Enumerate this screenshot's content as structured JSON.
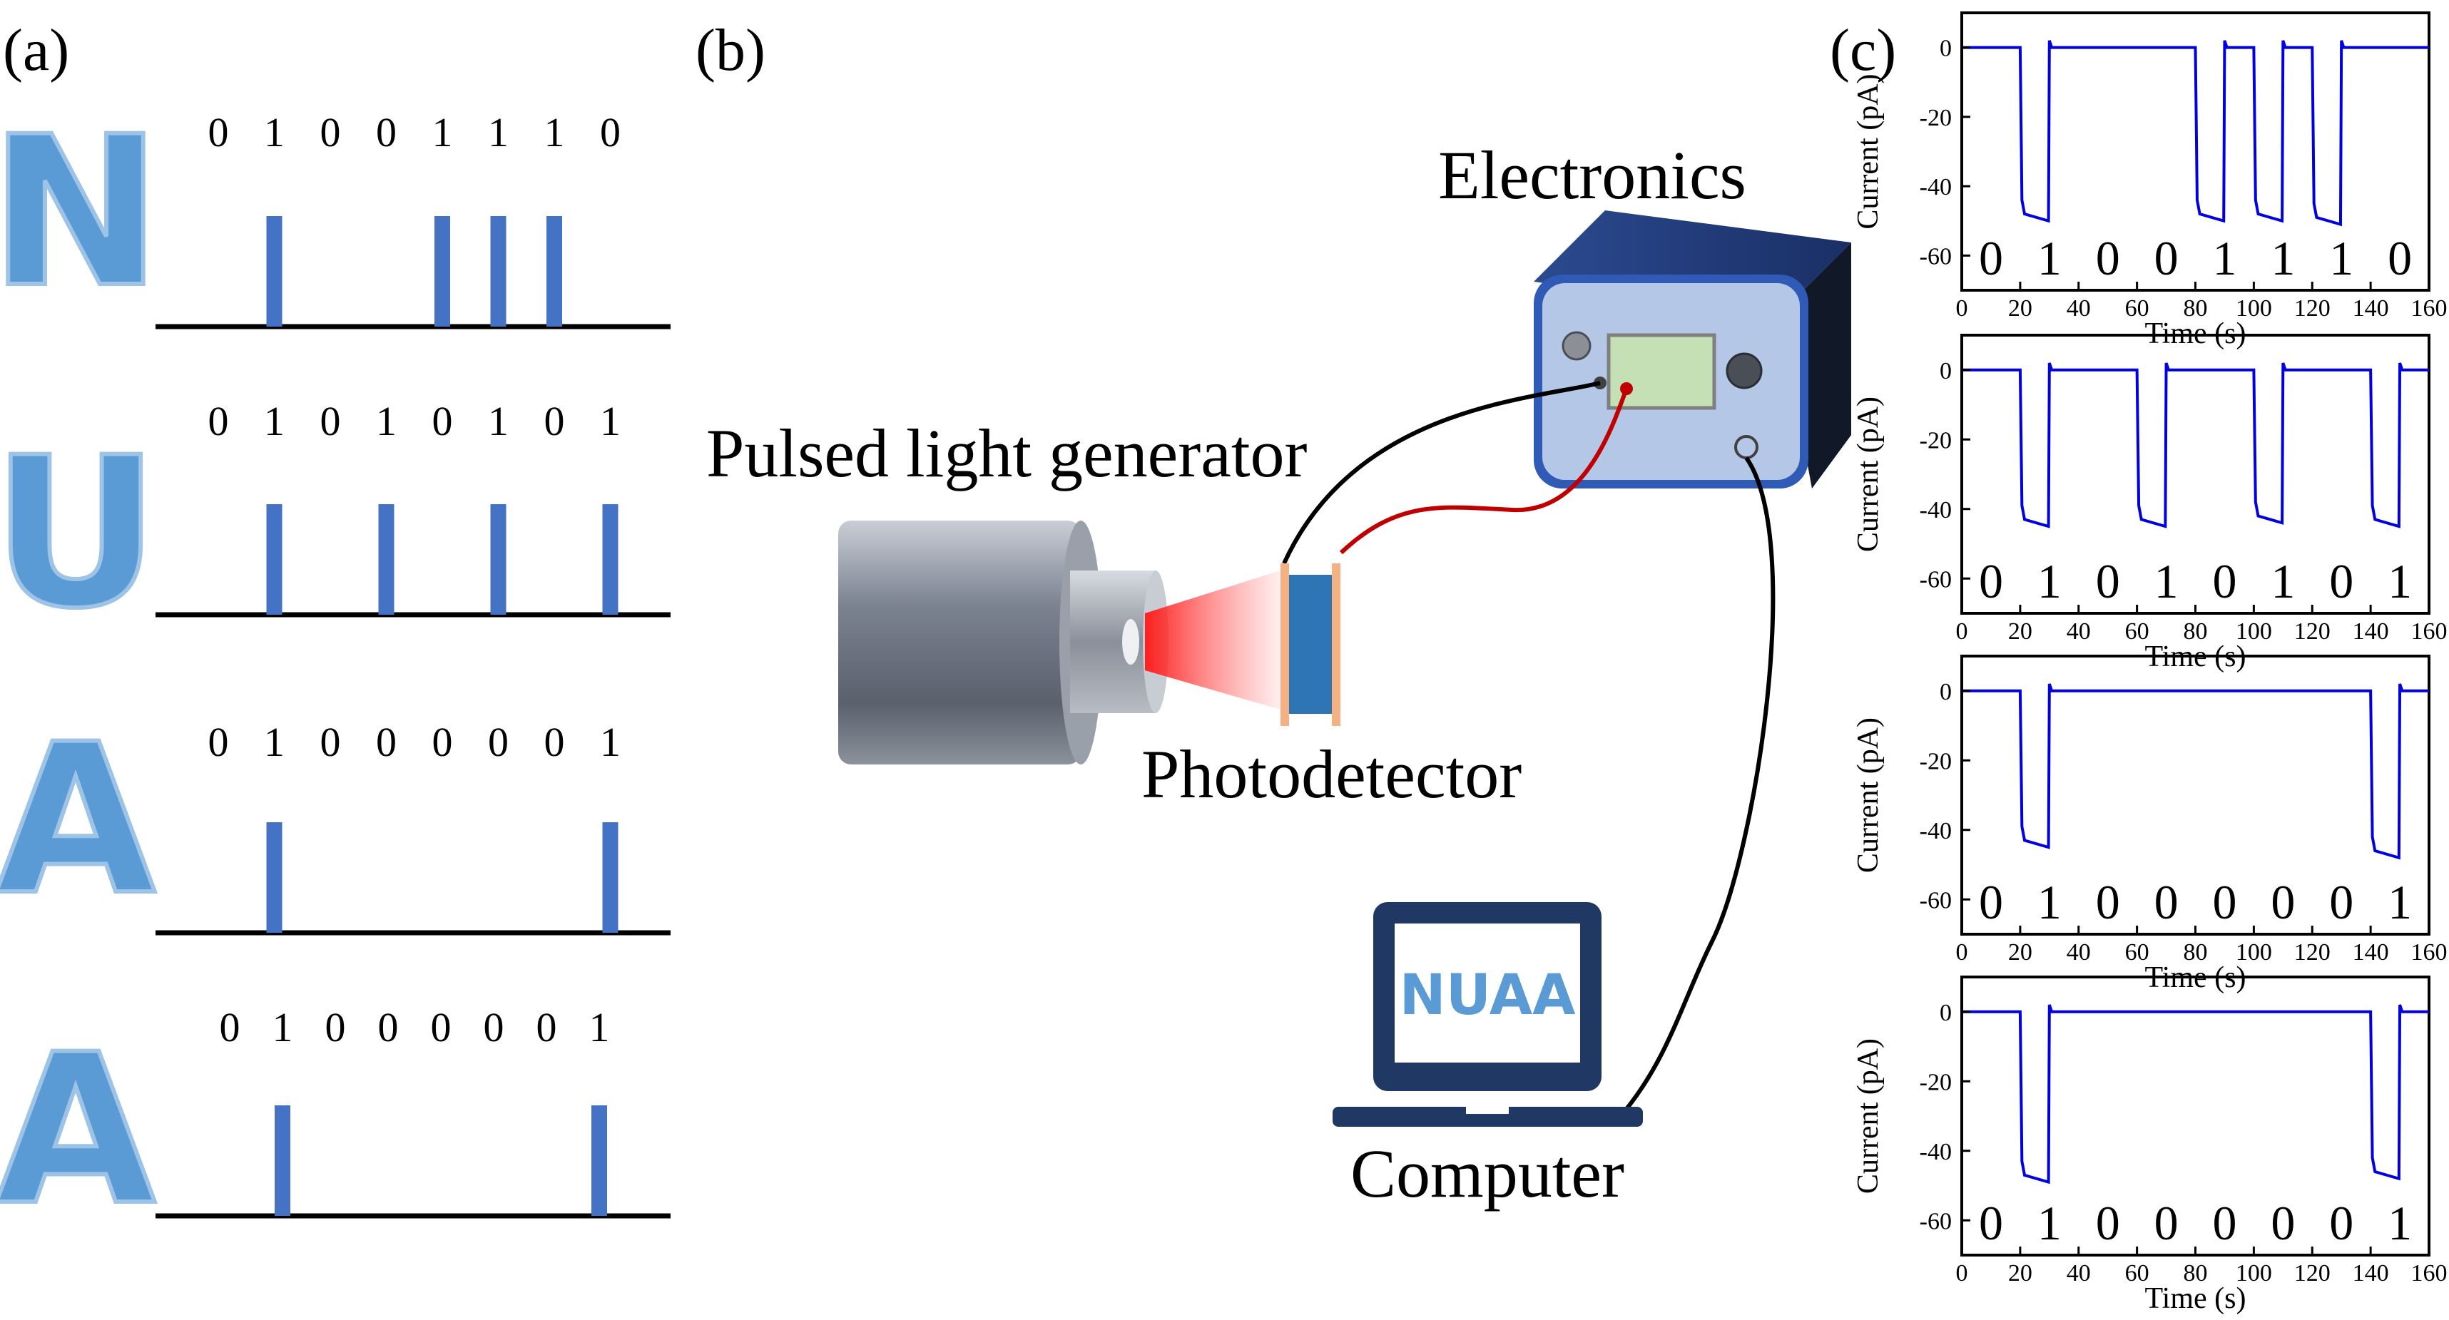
{
  "panel_a": {
    "label": "(a)",
    "rows": [
      {
        "letter": "N",
        "bits": [
          "0",
          "1",
          "0",
          "0",
          "1",
          "1",
          "1",
          "0"
        ]
      },
      {
        "letter": "U",
        "bits": [
          "0",
          "1",
          "0",
          "1",
          "0",
          "1",
          "0",
          "1"
        ]
      },
      {
        "letter": "A",
        "bits": [
          "0",
          "1",
          "0",
          "0",
          "0",
          "0",
          "0",
          "1"
        ]
      },
      {
        "letter": "A",
        "bits": [
          "0",
          "1",
          "0",
          "0",
          "0",
          "0",
          "0",
          "1"
        ]
      }
    ],
    "pulse_color": "#4472c4",
    "letter_color": "#5b9bd5"
  },
  "panel_b": {
    "label": "(b)",
    "electronics_label": "Electronics",
    "light_generator_label": "Pulsed light generator",
    "photodetector_label": "Photodetector",
    "computer_label": "Computer",
    "laptop_screen_text": "NUAA",
    "colors": {
      "box_dark": "#1f3a7a",
      "box_front": "#b4c7e7",
      "laptop": "#1f3864",
      "laptop_text": "#5b9bd5",
      "beam": "#ff2d2d",
      "detector": "#2e75b6",
      "electrode": "#f4b183",
      "wire_red": "#c00000"
    }
  },
  "panel_c": {
    "label": "(c)",
    "xlabel": "Time (s)",
    "ylabel": "Current (pA)",
    "xticks": [
      "0",
      "20",
      "40",
      "60",
      "80",
      "100",
      "120",
      "140",
      "160"
    ],
    "yticks": [
      "0",
      "-20",
      "-40",
      "-60"
    ],
    "line_color": "#0000e0"
  },
  "chart_data": [
    {
      "type": "line",
      "xlabel": "Time (s)",
      "ylabel": "Current (pA)",
      "xlim": [
        0,
        160
      ],
      "ylim": [
        -70,
        10
      ],
      "baseline": 0,
      "pulses": [
        {
          "x": [
            20,
            30
          ],
          "y": -50
        },
        {
          "x": [
            80,
            90
          ],
          "y": -50
        },
        {
          "x": [
            100,
            110
          ],
          "y": -50
        },
        {
          "x": [
            120,
            130
          ],
          "y": -51
        }
      ],
      "bits": [
        "0",
        "1",
        "0",
        "0",
        "1",
        "1",
        "1",
        "0"
      ]
    },
    {
      "type": "line",
      "xlabel": "Time (s)",
      "ylabel": "Current (pA)",
      "xlim": [
        0,
        160
      ],
      "ylim": [
        -70,
        10
      ],
      "baseline": 0,
      "pulses": [
        {
          "x": [
            20,
            30
          ],
          "y": -45
        },
        {
          "x": [
            60,
            70
          ],
          "y": -45
        },
        {
          "x": [
            100,
            110
          ],
          "y": -44
        },
        {
          "x": [
            140,
            150
          ],
          "y": -45
        }
      ],
      "bits": [
        "0",
        "1",
        "0",
        "1",
        "0",
        "1",
        "0",
        "1"
      ]
    },
    {
      "type": "line",
      "xlabel": "Time (s)",
      "ylabel": "Current (pA)",
      "xlim": [
        0,
        160
      ],
      "ylim": [
        -70,
        10
      ],
      "baseline": 0,
      "pulses": [
        {
          "x": [
            20,
            30
          ],
          "y": -45
        },
        {
          "x": [
            140,
            150
          ],
          "y": -48
        }
      ],
      "bits": [
        "0",
        "1",
        "0",
        "0",
        "0",
        "0",
        "0",
        "1"
      ]
    },
    {
      "type": "line",
      "xlabel": "Time (s)",
      "ylabel": "Current (pA)",
      "xlim": [
        0,
        160
      ],
      "ylim": [
        -70,
        10
      ],
      "baseline": 0,
      "pulses": [
        {
          "x": [
            20,
            30
          ],
          "y": -49
        },
        {
          "x": [
            140,
            150
          ],
          "y": -48
        }
      ],
      "bits": [
        "0",
        "1",
        "0",
        "0",
        "0",
        "0",
        "0",
        "1"
      ]
    }
  ]
}
